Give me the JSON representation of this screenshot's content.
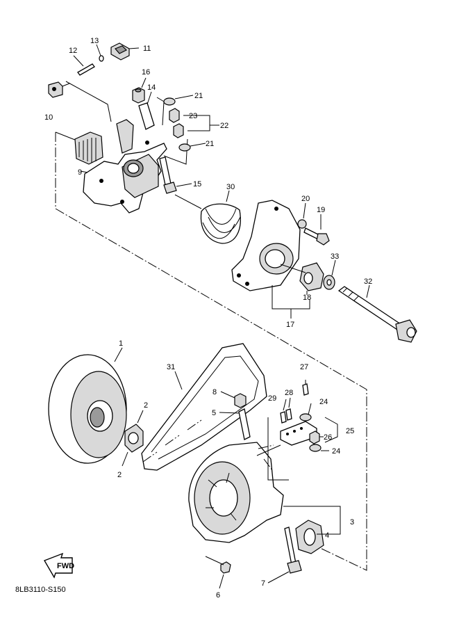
{
  "diagram_code": "8LB3110-S150",
  "fwd_label": "FWD",
  "labels": [
    "1",
    "2",
    "2",
    "3",
    "4",
    "5",
    "6",
    "7",
    "8",
    "9",
    "10",
    "11",
    "12",
    "13",
    "14",
    "15",
    "16",
    "17",
    "18",
    "19",
    "20",
    "21",
    "21",
    "22",
    "23",
    "24",
    "24",
    "25",
    "26",
    "27",
    "28",
    "29",
    "30",
    "31",
    "32",
    "33"
  ]
}
